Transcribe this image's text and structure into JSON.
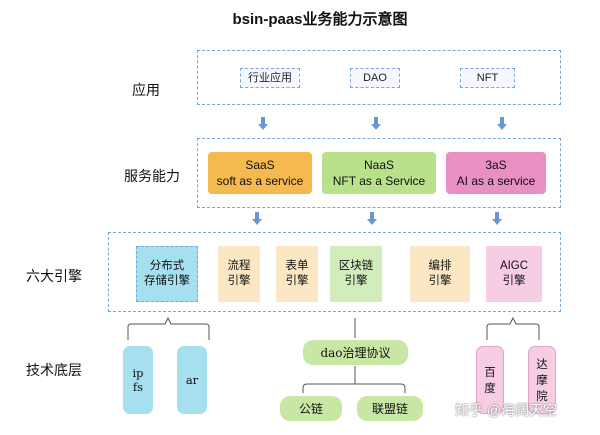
{
  "title": "bsin-paas业务能力示意图",
  "rows": {
    "app": "应用",
    "service": "服务能力",
    "engines": "六大引擎",
    "tech": "技术底层"
  },
  "apps": [
    "行业应用",
    "DAO",
    "NFT"
  ],
  "services": [
    {
      "line1": "SaaS",
      "line2": "soft as a service",
      "color": "#f5b94f"
    },
    {
      "line1": "NaaS",
      "line2": "NFT as a Service",
      "color": "#b9e08a"
    },
    {
      "line1": "3aS",
      "line2": "AI as a service",
      "color": "#e88fc4"
    }
  ],
  "engines": [
    {
      "line1": "分布式",
      "line2": "存储引擎",
      "color": "#a6e0ee"
    },
    {
      "line1": "流程",
      "line2": "引擎",
      "color": "#fbe7c3"
    },
    {
      "line1": "表单",
      "line2": "引擎",
      "color": "#fbe7c3"
    },
    {
      "line1": "区块链",
      "line2": "引擎",
      "color": "#d2ecbb"
    },
    {
      "line1": "编排",
      "line2": "引擎",
      "color": "#fbe7c3"
    },
    {
      "line1": "AIGC",
      "line2": "引擎",
      "color": "#f7cde4"
    }
  ],
  "tech": {
    "storage": [
      {
        "line1": "ip",
        "line2": "fs"
      },
      {
        "line1": "ar",
        "line2": ""
      }
    ],
    "dao": "dao治理协议",
    "chains": [
      "公链",
      "联盟链"
    ],
    "ai": [
      {
        "line1": "百",
        "line2": "度"
      },
      {
        "line1": "达",
        "line2": "摩",
        "line3": "院"
      }
    ],
    "colors": {
      "cyan": "#a6e0ee",
      "green": "#c8e6a4",
      "pink": "#f7cde4"
    }
  },
  "watermark": "知乎 @海阔天空"
}
